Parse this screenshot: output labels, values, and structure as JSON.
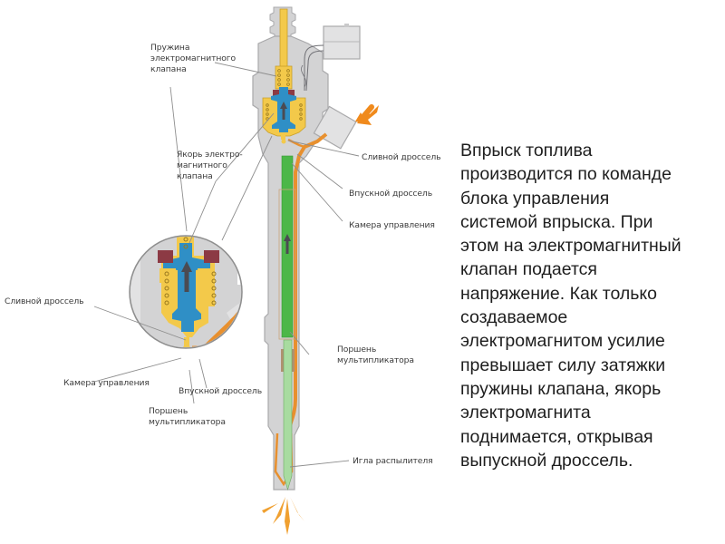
{
  "diagram": {
    "labels": {
      "solenoid_spring": [
        "Пружина",
        "электромагнитного",
        "клапана"
      ],
      "solenoid_armature": [
        "Якорь электро-",
        "магнитного",
        "клапана"
      ],
      "outlet_throttle_right": "Сливной дроссель",
      "inlet_throttle_right": "Впускной дроссель",
      "control_chamber_right": "Камера управления",
      "outlet_throttle_left": "Сливной дроссель",
      "control_chamber_left": "Камера управления",
      "inlet_throttle_left": "Впускной дроссель",
      "multiplier_piston_left": [
        "Поршень",
        "мультипликатора"
      ],
      "multiplier_piston_right": [
        "Поршень",
        "мультипликатора"
      ],
      "nozzle_needle": "Игла распылителя"
    },
    "colors": {
      "body": "#d3d3d4",
      "body_outline": "#a9a9ab",
      "high_pressure_fuel": "#e8902e",
      "return_fuel": "#f3c94a",
      "armature": "#2f8fc6",
      "piston": "#4cb748",
      "needle": "#a8dba0",
      "coil": "#8c3a44",
      "arrow": "#4b4b52",
      "leader": "#8e8e8e"
    },
    "icons": [
      "fuel-inlet-arrow-icon",
      "flow-direction-arrow-icon",
      "spray-icon"
    ]
  },
  "description": {
    "lines": [
      "Впрыск топлива",
      "производится по команде",
      "блока управления",
      "системой впрыска. При",
      "этом на электромагнитный",
      "клапан подается",
      "напряжение. Как только",
      "создаваемое",
      "электромагнитом усилие",
      "превышает силу затяжки",
      "пружины клапана, якорь",
      "электромагнита",
      "поднимается, открывая",
      "выпускной дроссель."
    ]
  }
}
